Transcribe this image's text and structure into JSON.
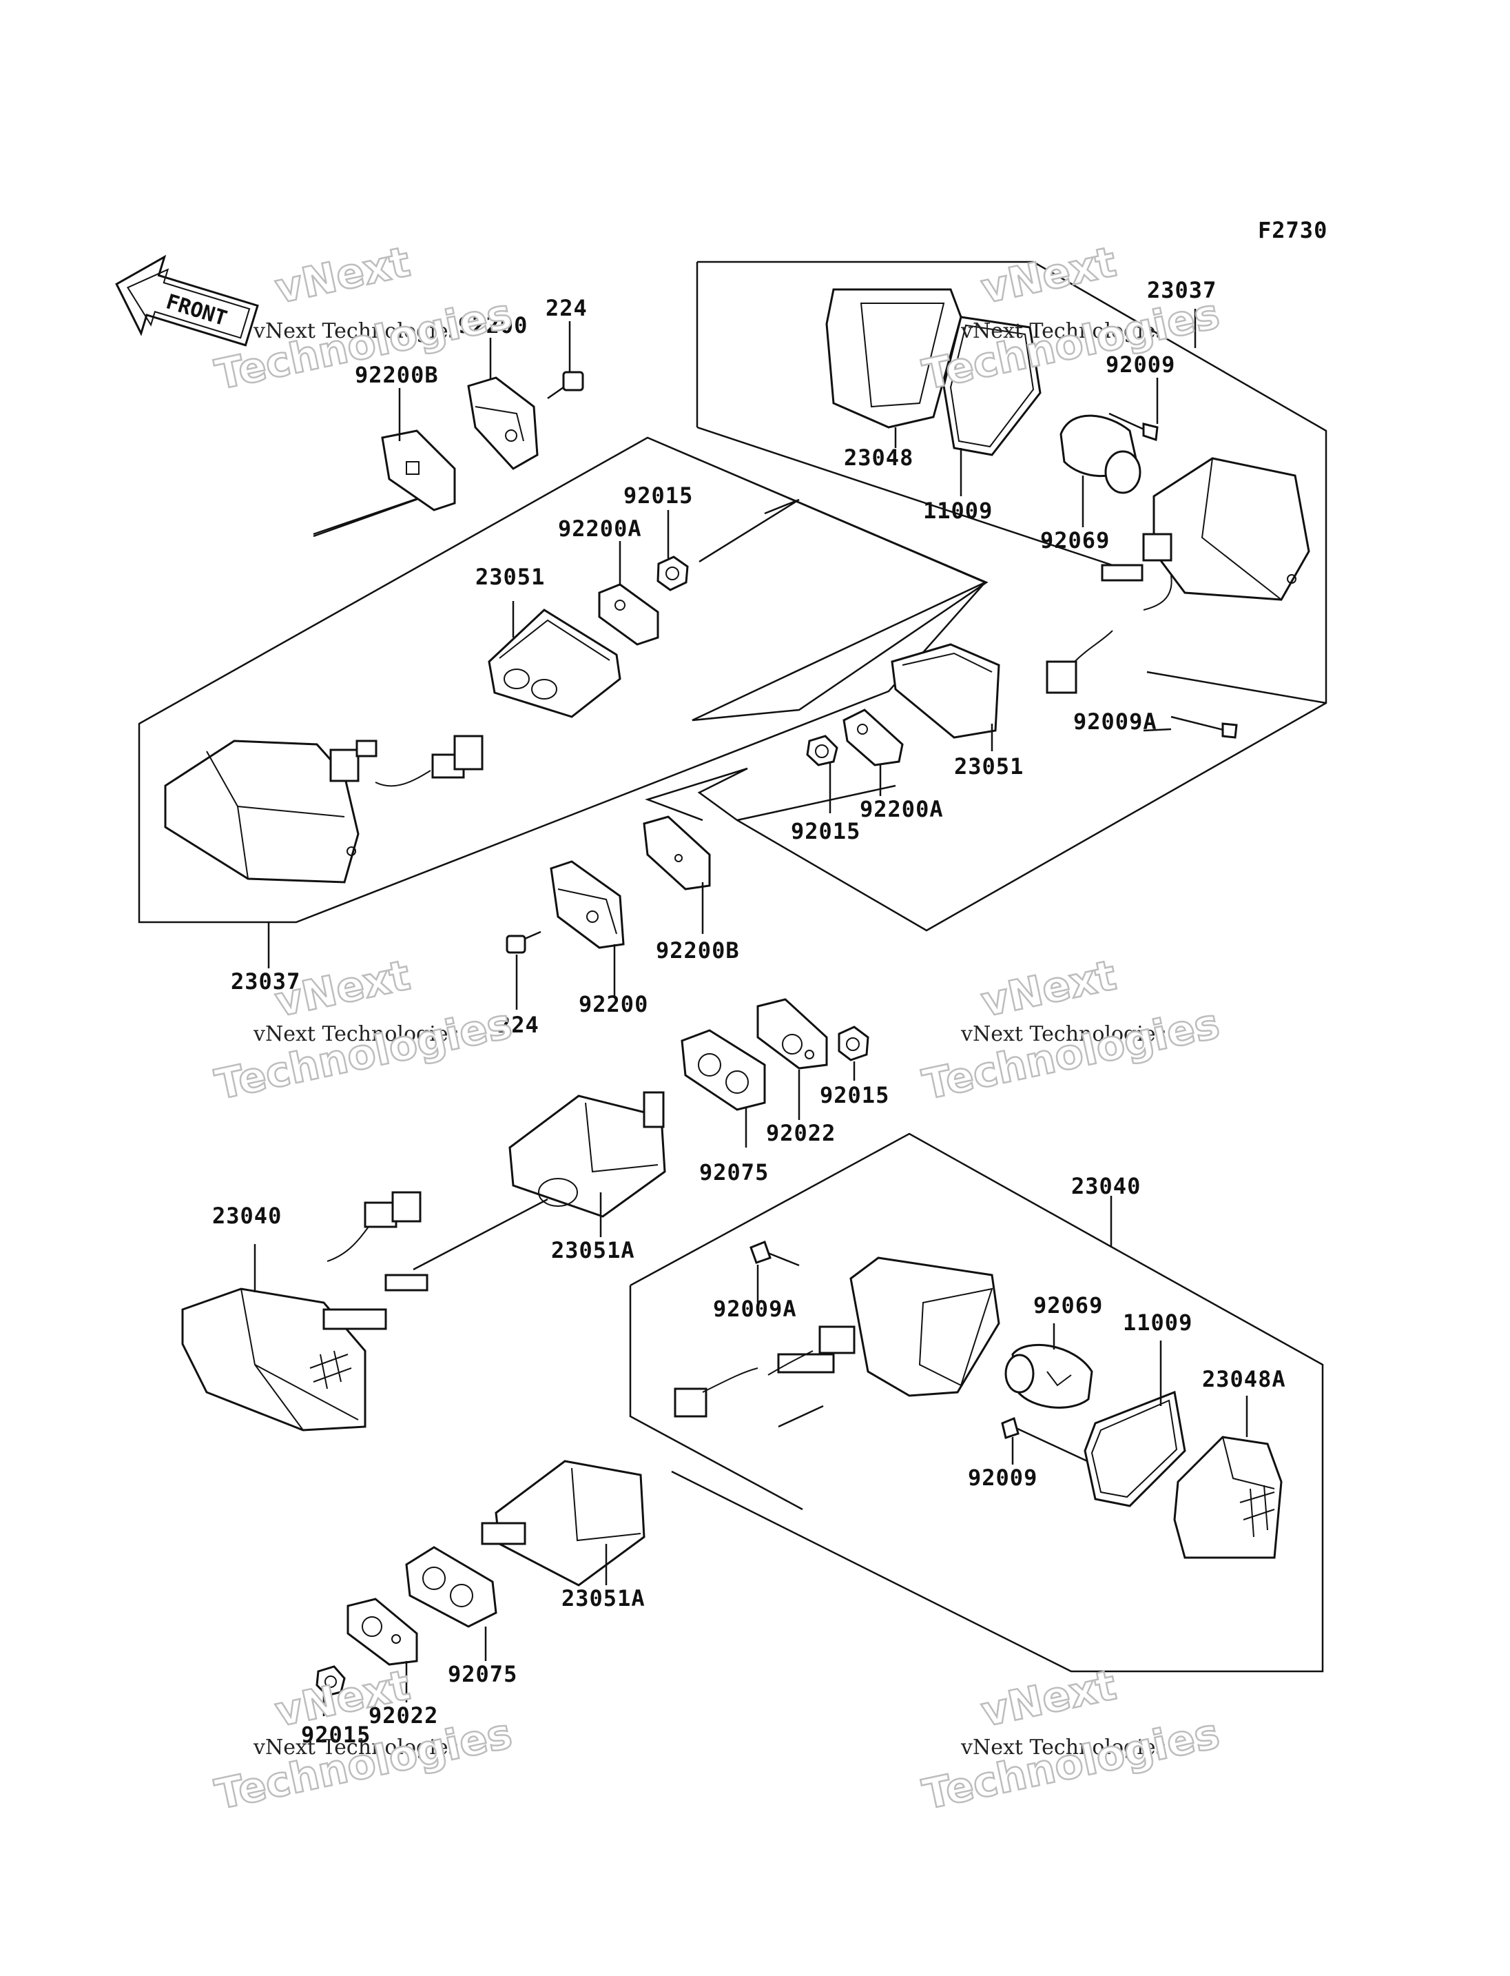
{
  "figure_code": "F2730",
  "front_label": "FRONT",
  "watermark": {
    "line1": "vNext Technologies",
    "line2": "Technologies",
    "logo_word": "vNext"
  },
  "labels": {
    "l_224_top": "224",
    "l_92200_top": "92200",
    "l_92200B_top": "92200B",
    "l_92015_a": "92015",
    "l_92200A_a": "92200A",
    "l_23051_left": "23051",
    "l_23037_left": "23037",
    "l_23037_right": "23037",
    "l_92009_top": "92009",
    "l_23048": "23048",
    "l_11009_top": "11009",
    "l_92069_top": "92069",
    "l_92009A_top": "92009A",
    "l_23051_right": "23051",
    "l_92200A_b": "92200A",
    "l_92015_b": "92015",
    "l_92200B_mid": "92200B",
    "l_92200_mid": "92200",
    "l_224_mid": "224",
    "l_92015_c": "92015",
    "l_92022_a": "92022",
    "l_92075_a": "92075",
    "l_23040_left": "23040",
    "l_23051A_a": "23051A",
    "l_23040_right": "23040",
    "l_92009A_b": "92009A",
    "l_92069_b": "92069",
    "l_11009_b": "11009",
    "l_23048A": "23048A",
    "l_92009_b": "92009",
    "l_23051A_b": "23051A",
    "l_92075_b": "92075",
    "l_92022_b": "92022",
    "l_92015_d": "92015"
  }
}
